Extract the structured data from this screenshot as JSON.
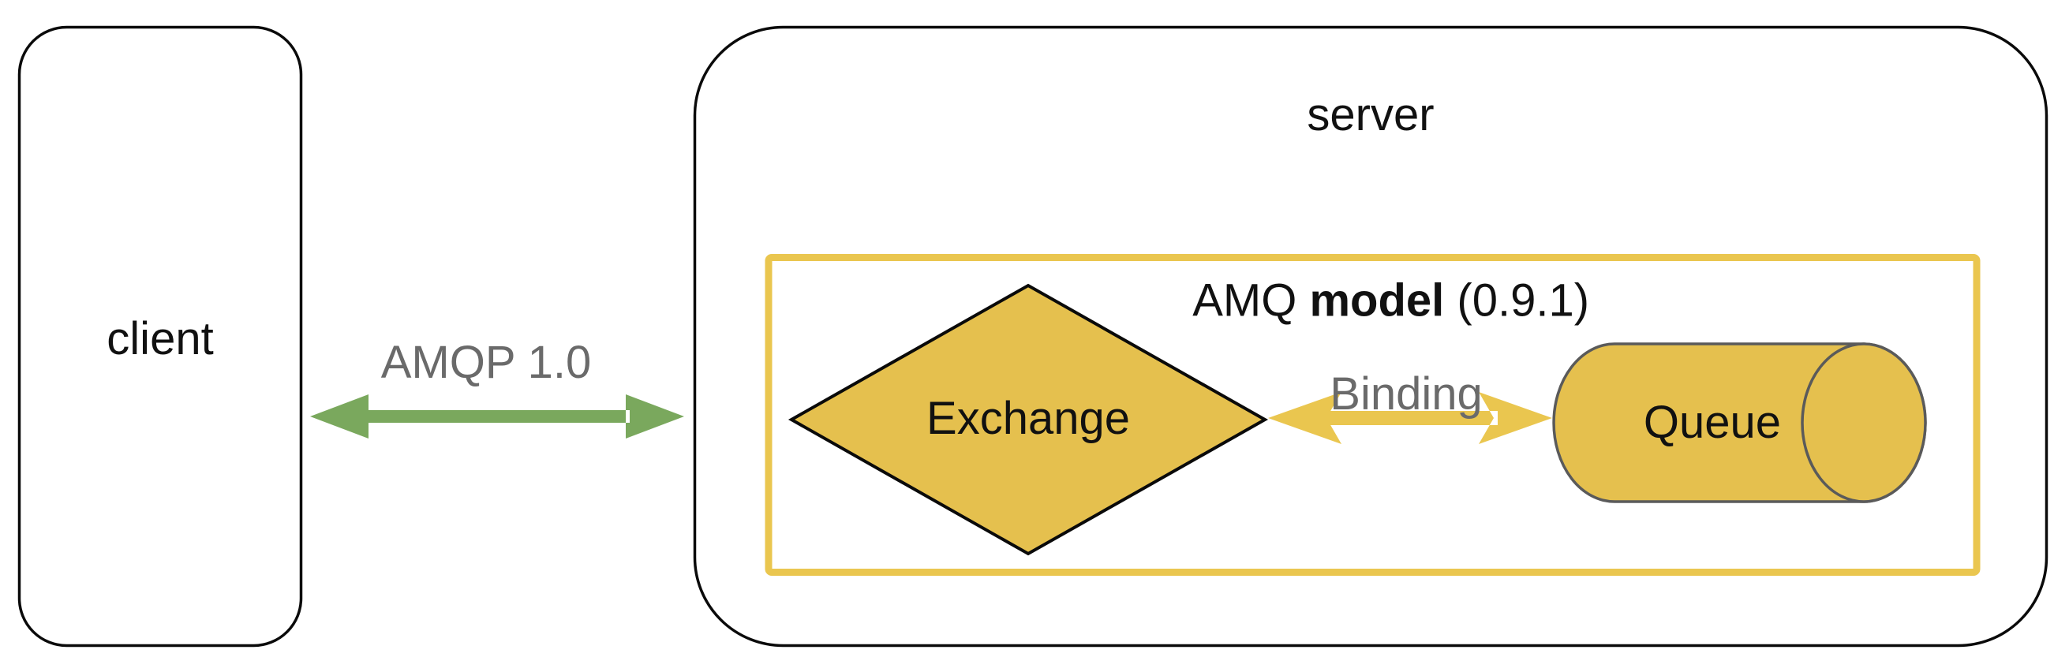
{
  "client": {
    "label": "client"
  },
  "connection": {
    "label": "AMQP 1.0"
  },
  "server": {
    "label": "server"
  },
  "amq_model": {
    "label_prefix": "AMQ ",
    "label_bold": "model",
    "label_suffix": " (0.9.1)"
  },
  "exchange": {
    "label": "Exchange"
  },
  "binding": {
    "label": "Binding"
  },
  "queue": {
    "label": "Queue"
  },
  "colors": {
    "background": "#ffffff",
    "outline_black": "#0a0a0a",
    "gold_fill": "#e5c04e",
    "gold_accent": "#eac64f",
    "green_arrow": "#7aa85d",
    "gray_text": "#6a6a6a",
    "cylinder_stroke": "#5a5a5a"
  }
}
